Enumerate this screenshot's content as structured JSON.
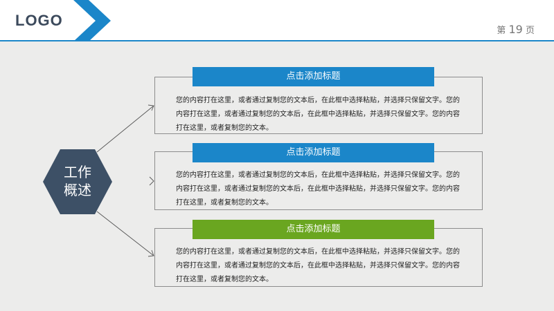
{
  "header": {
    "logo": "LOGO",
    "page_prefix": "第",
    "page_number": "19",
    "page_suffix": "页"
  },
  "hexagon": {
    "line1": "工作",
    "line2": "概述"
  },
  "items": [
    {
      "title": "点击添加标题",
      "body": "您的内容打在这里，或者通过复制您的文本后，在此框中选择粘贴，并选择只保留文字。您的内容打在这里，或者通过复制您的文本后，在此框中选择粘贴，并选择只保留文字。您的内容打在这里，或者复制您的文本。"
    },
    {
      "title": "点击添加标题",
      "body": "您的内容打在这里，或者通过复制您的文本后，在此框中选择粘贴，并选择只保留文字。您的内容打在这里，或者通过复制您的文本后，在此框中选择粘贴，并选择只保留文字。您的内容打在这里，或者复制您的文本。"
    },
    {
      "title": "点击添加标题",
      "body": "您的内容打在这里，或者通过复制您的文本后，在此框中选择粘贴，并选择只保留文字。您的内容打在这里，或者通过复制您的文本后，在此框中选择粘贴，并选择只保留文字。您的内容打在这里，或者复制您的文本。"
    }
  ],
  "colors": {
    "blue": "#1b86c9",
    "green": "#6aa620",
    "hexagon": "#3d5066"
  }
}
